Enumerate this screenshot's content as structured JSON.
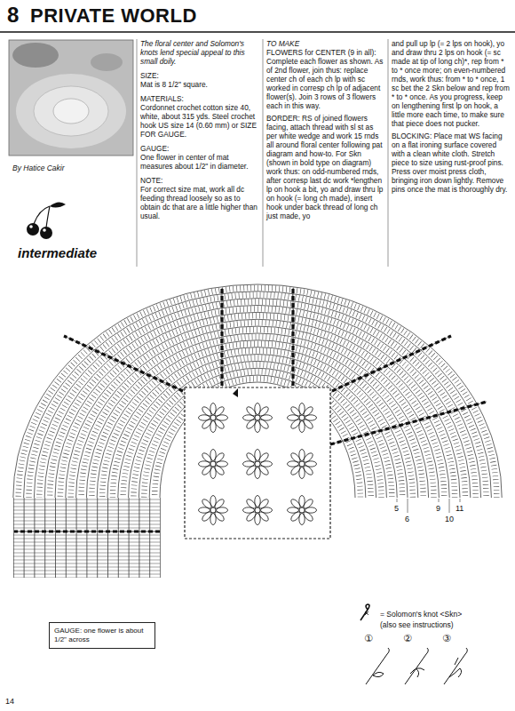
{
  "diagram": {
    "title": "PRIVATE WORLD",
    "nodes": [
      {
        "text": [
          "GAUGE: one flower is about 1/2\" across"
        ]
      }
    ],
    "labels": [
      "8",
      "By Hatice Cakir",
      "intermediate",
      "The floral center and Solomon's knots lend special appeal to this small doily.",
      "SIZE:",
      "Mat is 8 1/2\" square.",
      "MATERIALS:",
      "Cordonnet crochet cotton size 40, white, about 315 yds. Steel crochet hook US size 14 (0.60 mm) or SIZE FOR GAUGE.",
      "GAUGE:",
      "One flower in center of mat measures about 1/2\" in diameter.",
      "NOTE:",
      "For correct size mat, work all dc feeding thread loosely so as to obtain dc that are a little higher than usual.",
      "TO MAKE",
      "FLOWERS for CENTER (9 in all): Complete each flower as shown. As of 2nd flower, join thus: replace center ch of each ch lp with sc worked in corresp ch lp of adjacent flower(s). Join 3 rows of 3 flowers each in this way.",
      "BORDER: RS of joined flowers facing, attach thread with sl st as per white wedge and work 15 rnds all around floral center following pat diagram and how-to. For Skn (shown in bold type on diagram) work thus: on odd-numbered rnds, after corresp last dc work *lengthen lp on hook a bit, yo and draw thru lp on hook (= long ch made), insert hook under back thread of long ch just made, yo",
      "and pull up lp (= 2 lps on hook), yo and draw thru 2 lps on hook (= sc made at tip of long ch)*, rep from * to * once more; on even-numbered rnds, work thus: from * to * once, 1 sc bet the 2 Skn below and rep from * to * once. As you progress, keep on lengthening first lp on hook, a little more each time, to make sure that piece does not pucker.",
      "BLOCKING: Place mat WS facing on a flat ironing surface covered with a clean white cloth. Stretch piece to size using rust-proof pins. Press over moist press cloth, bringing iron down lightly. Remove pins once the mat is thoroughly dry.",
      "5",
      "6",
      "9",
      "10",
      "11",
      "(also see instructions)",
      "①",
      "②",
      "③",
      "14"
    ],
    "legend": [
      {
        "text": "= Solomon's knot <Skn>"
      }
    ]
  }
}
